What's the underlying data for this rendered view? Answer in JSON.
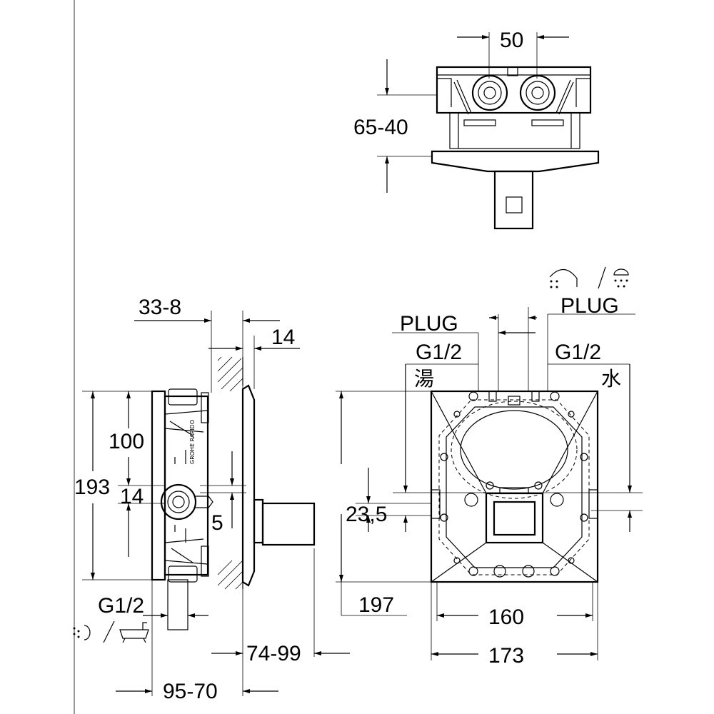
{
  "top_view": {
    "width_label": "50",
    "depth_label": "65-40"
  },
  "side_view": {
    "offset_label": "33-8",
    "thickness_label": "14",
    "height_label": "193",
    "upper_label": "100",
    "center_offset_label": "14",
    "small_offset_label": "5",
    "thread_label": "G1/2",
    "depth_out_label": "74-99",
    "depth_back_label": "95-70",
    "plate_text": "GROHE RAPIDO"
  },
  "front_view": {
    "plug_left": "PLUG",
    "plug_right": "PLUG",
    "thread_left": "G1/2",
    "thread_right": "G1/2",
    "hot_label": "湯",
    "cold_label": "水",
    "center_label": "23,5",
    "height_label": "197",
    "inner_width_label": "160",
    "outer_width_label": "173"
  }
}
